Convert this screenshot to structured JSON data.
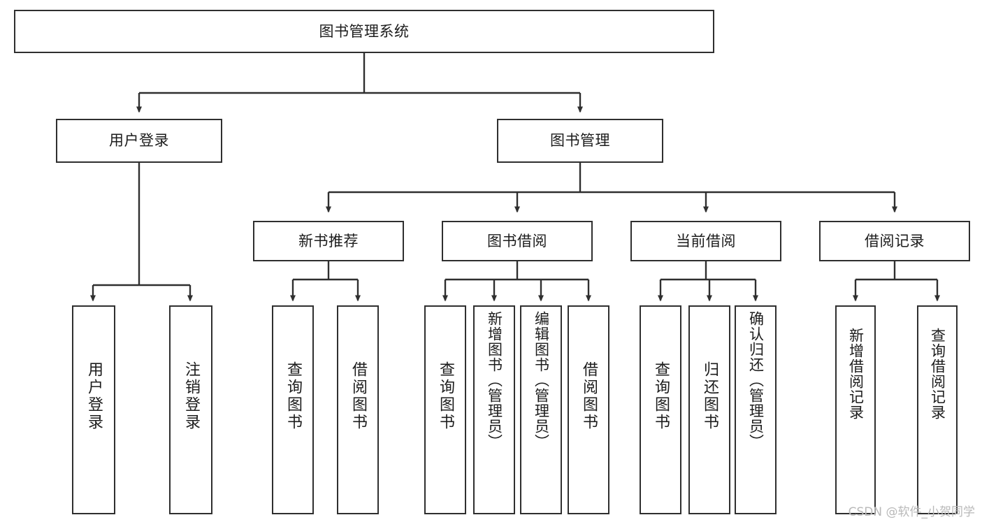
{
  "diagram": {
    "type": "tree-hierarchy",
    "title": "图书管理系统",
    "root": {
      "id": "root",
      "label": "图书管理系统"
    },
    "level2": [
      {
        "id": "user-login",
        "label": "用户登录"
      },
      {
        "id": "book-management",
        "label": "图书管理"
      }
    ],
    "level3": [
      {
        "id": "new-book-recommend",
        "label": "新书推荐",
        "parent": "book-management"
      },
      {
        "id": "book-borrow",
        "label": "图书借阅",
        "parent": "book-management"
      },
      {
        "id": "current-borrow",
        "label": "当前借阅",
        "parent": "book-management"
      },
      {
        "id": "borrow-record",
        "label": "借阅记录",
        "parent": "book-management"
      }
    ],
    "leaves": [
      {
        "id": "leaf-user-login",
        "label": "用户登录",
        "parent": "user-login"
      },
      {
        "id": "leaf-logout",
        "label": "注销登录",
        "parent": "user-login"
      },
      {
        "id": "leaf-query-book-1",
        "label": "查询图书",
        "parent": "new-book-recommend"
      },
      {
        "id": "leaf-borrow-book-1",
        "label": "借阅图书",
        "parent": "new-book-recommend"
      },
      {
        "id": "leaf-query-book-2",
        "label": "查询图书",
        "parent": "book-borrow"
      },
      {
        "id": "leaf-add-book",
        "label": "新增图书（管理员）",
        "parent": "book-borrow"
      },
      {
        "id": "leaf-edit-book",
        "label": "编辑图书（管理员）",
        "parent": "book-borrow"
      },
      {
        "id": "leaf-borrow-book-2",
        "label": "借阅图书",
        "parent": "book-borrow"
      },
      {
        "id": "leaf-query-book-3",
        "label": "查询图书",
        "parent": "current-borrow"
      },
      {
        "id": "leaf-return-book",
        "label": "归还图书",
        "parent": "current-borrow"
      },
      {
        "id": "leaf-confirm-return",
        "label": "确认归还（管理员）",
        "parent": "current-borrow"
      },
      {
        "id": "leaf-add-record",
        "label": "新增借阅记录",
        "parent": "borrow-record"
      },
      {
        "id": "leaf-query-record",
        "label": "查询借阅记录",
        "parent": "borrow-record"
      }
    ],
    "colors": {
      "stroke": "#2f2f2f",
      "fill": "#ffffff",
      "text": "#1c1c1c",
      "watermark": "#b9b9b9"
    }
  },
  "watermark": {
    "text": "CSDN @软件_小贺同学"
  }
}
